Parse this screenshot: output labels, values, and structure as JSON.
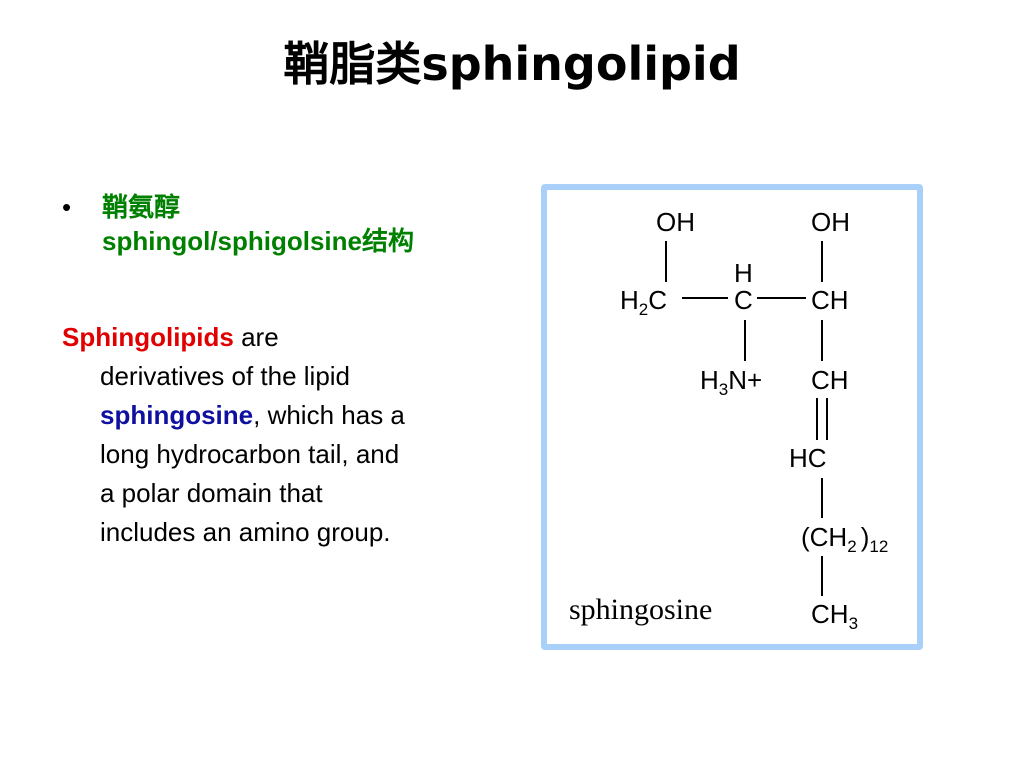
{
  "slide": {
    "title_cn": "鞘脂类",
    "title_en": "sphingolipid"
  },
  "bullet": {
    "line1": "鞘氨醇",
    "line2": "sphingol/sphigolsine结构"
  },
  "paragraph": {
    "term": "Sphingolipids",
    "text1": " are",
    "line2": "derivatives of the lipid",
    "term2": "sphingosine",
    "text3": ", which has a",
    "line4": "long hydrocarbon tail, and",
    "line5": "a polar domain that",
    "line6": "includes an amino group."
  },
  "structure": {
    "caption": "sphingosine",
    "oh_left": "OH",
    "oh_right": "OH",
    "h_top": "H",
    "h2c": "H",
    "h2c_sub": "2",
    "h2c_c": "C",
    "c_center": "C",
    "ch_top": "CH",
    "h3n_h": "H",
    "h3n_sub": "3",
    "h3n_n": "N+",
    "ch_mid": "CH",
    "hc": "HC",
    "ch2_open": "(CH",
    "ch2_sub": "2",
    "ch2_close": ")",
    "ch2_count": "12",
    "ch3": "CH",
    "ch3_sub": "3"
  },
  "colors": {
    "bullet_green": "#008000",
    "term_red": "#e00000",
    "term_blue": "#1010a0",
    "frame_blue": "#a8d0f8"
  }
}
